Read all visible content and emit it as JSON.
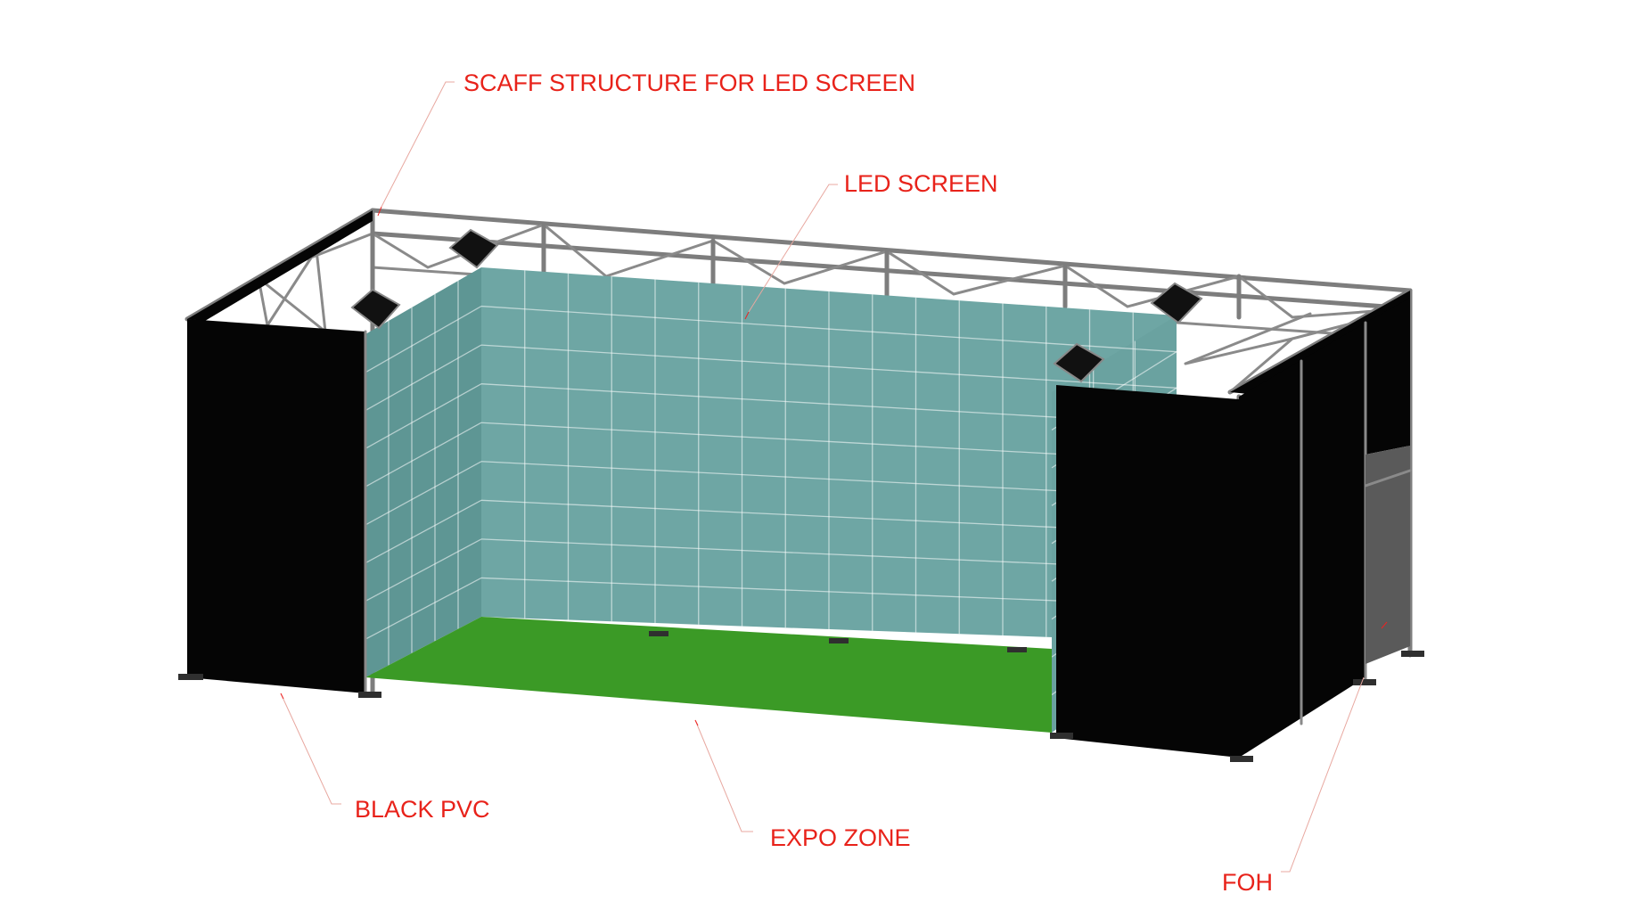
{
  "labels": {
    "scaff_structure": "SCAFF STRUCTURE FOR LED SCREEN",
    "led_screen": "LED SCREEN",
    "black_pvc": "BLACK PVC",
    "expo_zone": "EXPO ZONE",
    "foh": "FOH"
  },
  "colors": {
    "annotation": "#e8221a",
    "leader": "#e8a8a0",
    "led_screen": "#6ea6a4",
    "led_screen_side": "#5e9694",
    "floor": "#3b9a26",
    "black_pvc": "#050505",
    "foh_panel": "#5a5a5a",
    "scaffold": "#7d7d7d"
  },
  "icons": {
    "light_fixture": "square-lamp-icon",
    "base_plate": "base-plate-icon"
  }
}
